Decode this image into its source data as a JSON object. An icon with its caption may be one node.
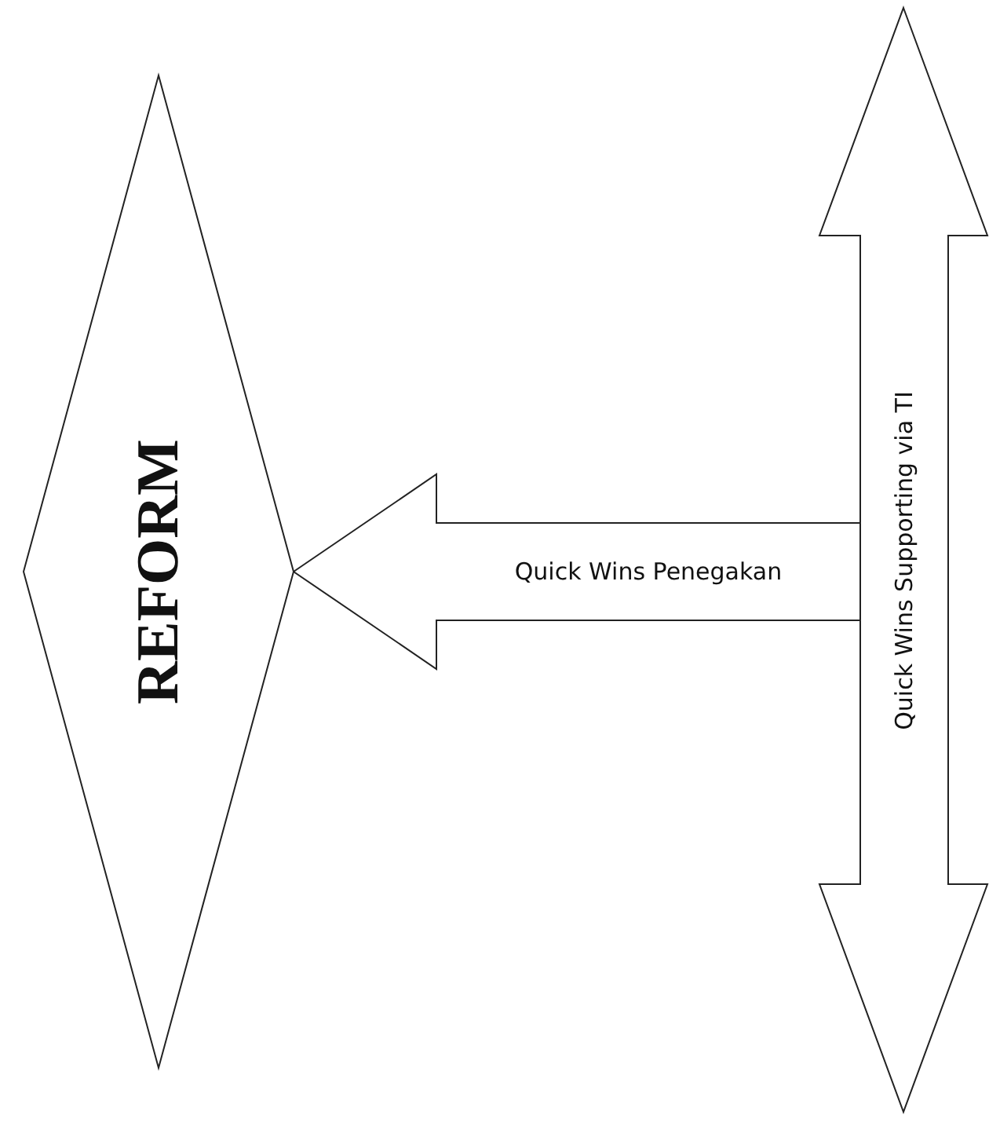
{
  "diagram": {
    "nodes": [
      {
        "text": [
          "REFORM"
        ]
      },
      {
        "text": [
          "Quick Wins Supporting via TI"
        ]
      }
    ],
    "edges": [
      {
        "from": 1,
        "to": 0,
        "arrow": "to",
        "label": "Quick Wins Penegakan"
      }
    ]
  }
}
